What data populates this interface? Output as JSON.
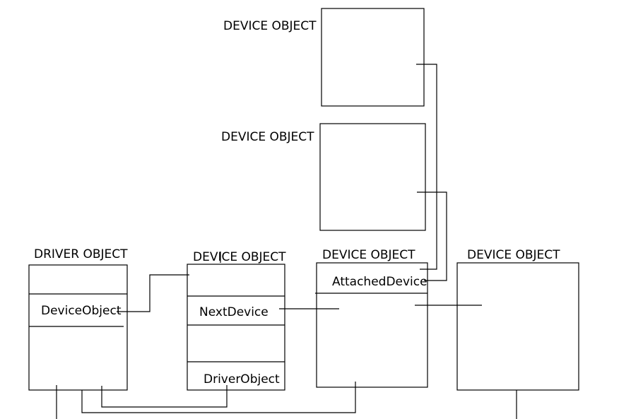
{
  "title_labels": {
    "top_device": "DEVICE OBJECT",
    "middle_device": "DEVICE OBJECT",
    "driver": "DRIVER OBJECT",
    "device_1": "DEVICE OBJECT",
    "device_2": "DEVICE OBJECT",
    "device_3": "DEVICE OBJECT"
  },
  "fields": {
    "driver_device_object": "DeviceObject",
    "device_next_device": "NextDevice",
    "device_driver_object": "DriverObject",
    "device_attached_device": "AttachedDevice"
  }
}
